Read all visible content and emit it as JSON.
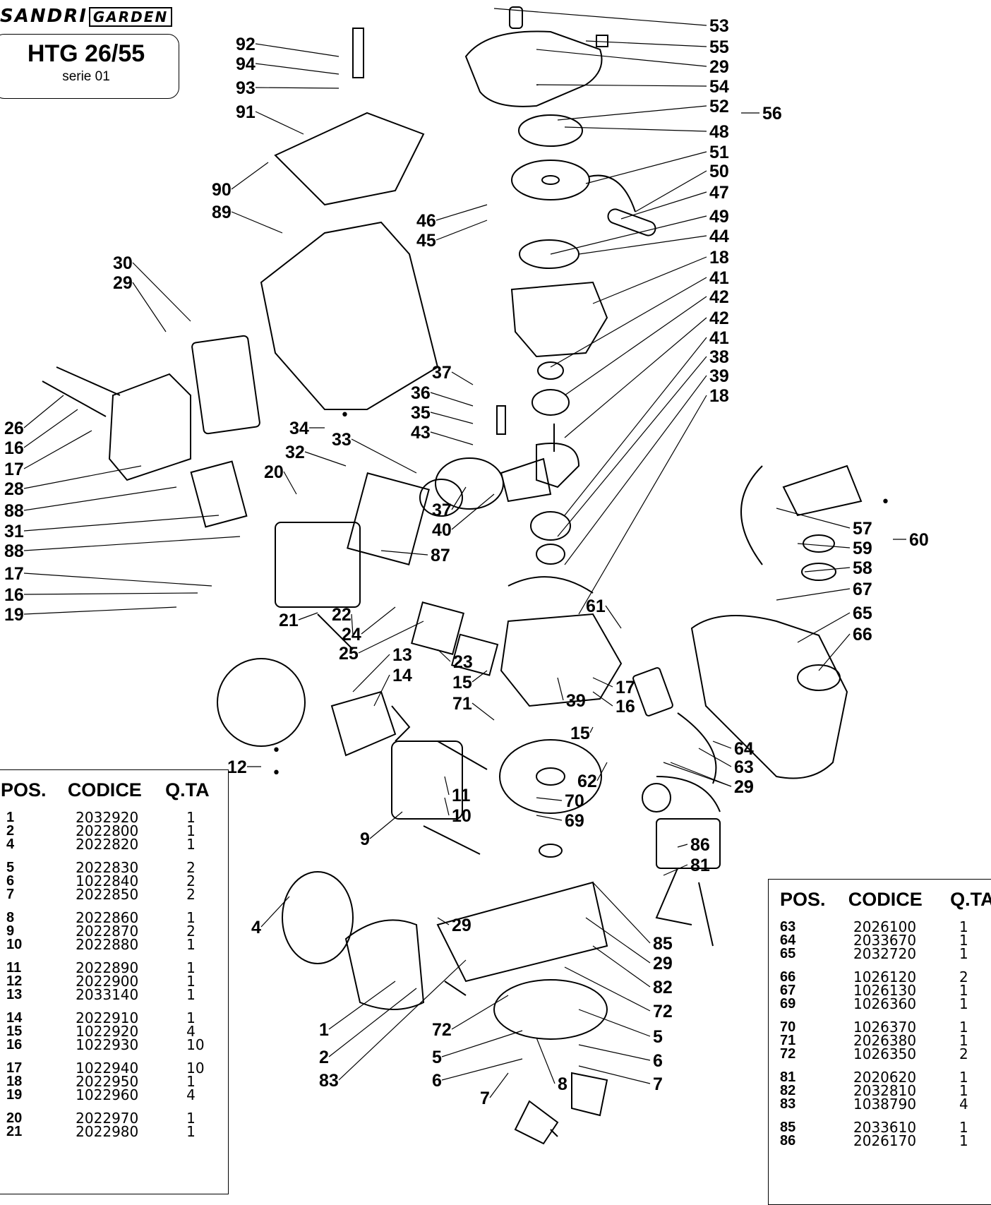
{
  "brand": {
    "name_left": "SANDRI",
    "name_right": "GARDEN"
  },
  "model": {
    "title": "HTG 26/55",
    "series": "serie 01"
  },
  "callouts": [
    {
      "n": "53"
    },
    {
      "n": "55"
    },
    {
      "n": "29"
    },
    {
      "n": "54"
    },
    {
      "n": "52"
    },
    {
      "n": "56"
    },
    {
      "n": "48"
    },
    {
      "n": "51"
    },
    {
      "n": "50"
    },
    {
      "n": "47"
    },
    {
      "n": "49"
    },
    {
      "n": "44"
    },
    {
      "n": "18"
    },
    {
      "n": "41"
    },
    {
      "n": "42"
    },
    {
      "n": "42"
    },
    {
      "n": "41"
    },
    {
      "n": "38"
    },
    {
      "n": "39"
    },
    {
      "n": "18"
    },
    {
      "n": "92"
    },
    {
      "n": "94"
    },
    {
      "n": "93"
    },
    {
      "n": "91"
    },
    {
      "n": "90"
    },
    {
      "n": "89"
    },
    {
      "n": "46"
    },
    {
      "n": "45"
    },
    {
      "n": "30"
    },
    {
      "n": "29"
    },
    {
      "n": "37"
    },
    {
      "n": "36"
    },
    {
      "n": "35"
    },
    {
      "n": "43"
    },
    {
      "n": "34"
    },
    {
      "n": "33"
    },
    {
      "n": "32"
    },
    {
      "n": "20"
    },
    {
      "n": "37"
    },
    {
      "n": "40"
    },
    {
      "n": "87"
    },
    {
      "n": "26"
    },
    {
      "n": "16"
    },
    {
      "n": "17"
    },
    {
      "n": "28"
    },
    {
      "n": "88"
    },
    {
      "n": "31"
    },
    {
      "n": "88"
    },
    {
      "n": "17"
    },
    {
      "n": "16"
    },
    {
      "n": "19"
    },
    {
      "n": "21"
    },
    {
      "n": "22"
    },
    {
      "n": "24"
    },
    {
      "n": "25"
    },
    {
      "n": "23"
    },
    {
      "n": "13"
    },
    {
      "n": "14"
    },
    {
      "n": "15"
    },
    {
      "n": "71"
    },
    {
      "n": "39"
    },
    {
      "n": "61"
    },
    {
      "n": "17"
    },
    {
      "n": "16"
    },
    {
      "n": "15"
    },
    {
      "n": "57"
    },
    {
      "n": "59"
    },
    {
      "n": "58"
    },
    {
      "n": "60"
    },
    {
      "n": "67"
    },
    {
      "n": "65"
    },
    {
      "n": "66"
    },
    {
      "n": "12"
    },
    {
      "n": "11"
    },
    {
      "n": "10"
    },
    {
      "n": "9"
    },
    {
      "n": "70"
    },
    {
      "n": "69"
    },
    {
      "n": "62"
    },
    {
      "n": "29"
    },
    {
      "n": "64"
    },
    {
      "n": "63"
    },
    {
      "n": "29"
    },
    {
      "n": "86"
    },
    {
      "n": "81"
    },
    {
      "n": "4"
    },
    {
      "n": "29"
    },
    {
      "n": "85"
    },
    {
      "n": "29"
    },
    {
      "n": "82"
    },
    {
      "n": "72"
    },
    {
      "n": "72"
    },
    {
      "n": "5"
    },
    {
      "n": "5"
    },
    {
      "n": "6"
    },
    {
      "n": "6"
    },
    {
      "n": "7"
    },
    {
      "n": "7"
    },
    {
      "n": "8"
    },
    {
      "n": "1"
    },
    {
      "n": "2"
    },
    {
      "n": "83"
    }
  ],
  "dots": [
    "•",
    "•",
    "•",
    "•"
  ],
  "table_left": {
    "headers": {
      "pos": "POS.",
      "code": "CODICE",
      "qty": "Q.TA"
    },
    "groups": [
      [
        {
          "pos": "1",
          "code": "2032920",
          "qty": "1"
        },
        {
          "pos": "2",
          "code": "2022800",
          "qty": "1"
        },
        {
          "pos": "4",
          "code": "2022820",
          "qty": "1"
        }
      ],
      [
        {
          "pos": "5",
          "code": "2022830",
          "qty": "2"
        },
        {
          "pos": "6",
          "code": "1022840",
          "qty": "2"
        },
        {
          "pos": "7",
          "code": "2022850",
          "qty": "2"
        }
      ],
      [
        {
          "pos": "8",
          "code": "2022860",
          "qty": "1"
        },
        {
          "pos": "9",
          "code": "2022870",
          "qty": "2"
        },
        {
          "pos": "10",
          "code": "2022880",
          "qty": "1"
        }
      ],
      [
        {
          "pos": "11",
          "code": "2022890",
          "qty": "1"
        },
        {
          "pos": "12",
          "code": "2022900",
          "qty": "1"
        },
        {
          "pos": "13",
          "code": "2033140",
          "qty": "1"
        }
      ],
      [
        {
          "pos": "14",
          "code": "2022910",
          "qty": "1"
        },
        {
          "pos": "15",
          "code": "1022920",
          "qty": "4"
        },
        {
          "pos": "16",
          "code": "1022930",
          "qty": "10"
        }
      ],
      [
        {
          "pos": "17",
          "code": "1022940",
          "qty": "10"
        },
        {
          "pos": "18",
          "code": "2022950",
          "qty": "1"
        },
        {
          "pos": "19",
          "code": "1022960",
          "qty": "4"
        }
      ],
      [
        {
          "pos": "20",
          "code": "2022970",
          "qty": "1"
        },
        {
          "pos": "21",
          "code": "2022980",
          "qty": "1"
        }
      ]
    ]
  },
  "table_right": {
    "headers": {
      "pos": "POS.",
      "code": "CODICE",
      "qty": "Q.TA"
    },
    "groups": [
      [
        {
          "pos": "63",
          "code": "2026100",
          "qty": "1"
        },
        {
          "pos": "64",
          "code": "2033670",
          "qty": "1"
        },
        {
          "pos": "65",
          "code": "2032720",
          "qty": "1"
        }
      ],
      [
        {
          "pos": "66",
          "code": "1026120",
          "qty": "2"
        },
        {
          "pos": "67",
          "code": "1026130",
          "qty": "1"
        },
        {
          "pos": "69",
          "code": "1026360",
          "qty": "1"
        }
      ],
      [
        {
          "pos": "70",
          "code": "1026370",
          "qty": "1"
        },
        {
          "pos": "71",
          "code": "2026380",
          "qty": "1"
        },
        {
          "pos": "72",
          "code": "1026350",
          "qty": "2"
        }
      ],
      [
        {
          "pos": "81",
          "code": "2020620",
          "qty": "1"
        },
        {
          "pos": "82",
          "code": "2032810",
          "qty": "1"
        },
        {
          "pos": "83",
          "code": "1038790",
          "qty": "4"
        }
      ],
      [
        {
          "pos": "85",
          "code": "2033610",
          "qty": "1"
        },
        {
          "pos": "86",
          "code": "2026170",
          "qty": "1"
        }
      ]
    ]
  }
}
